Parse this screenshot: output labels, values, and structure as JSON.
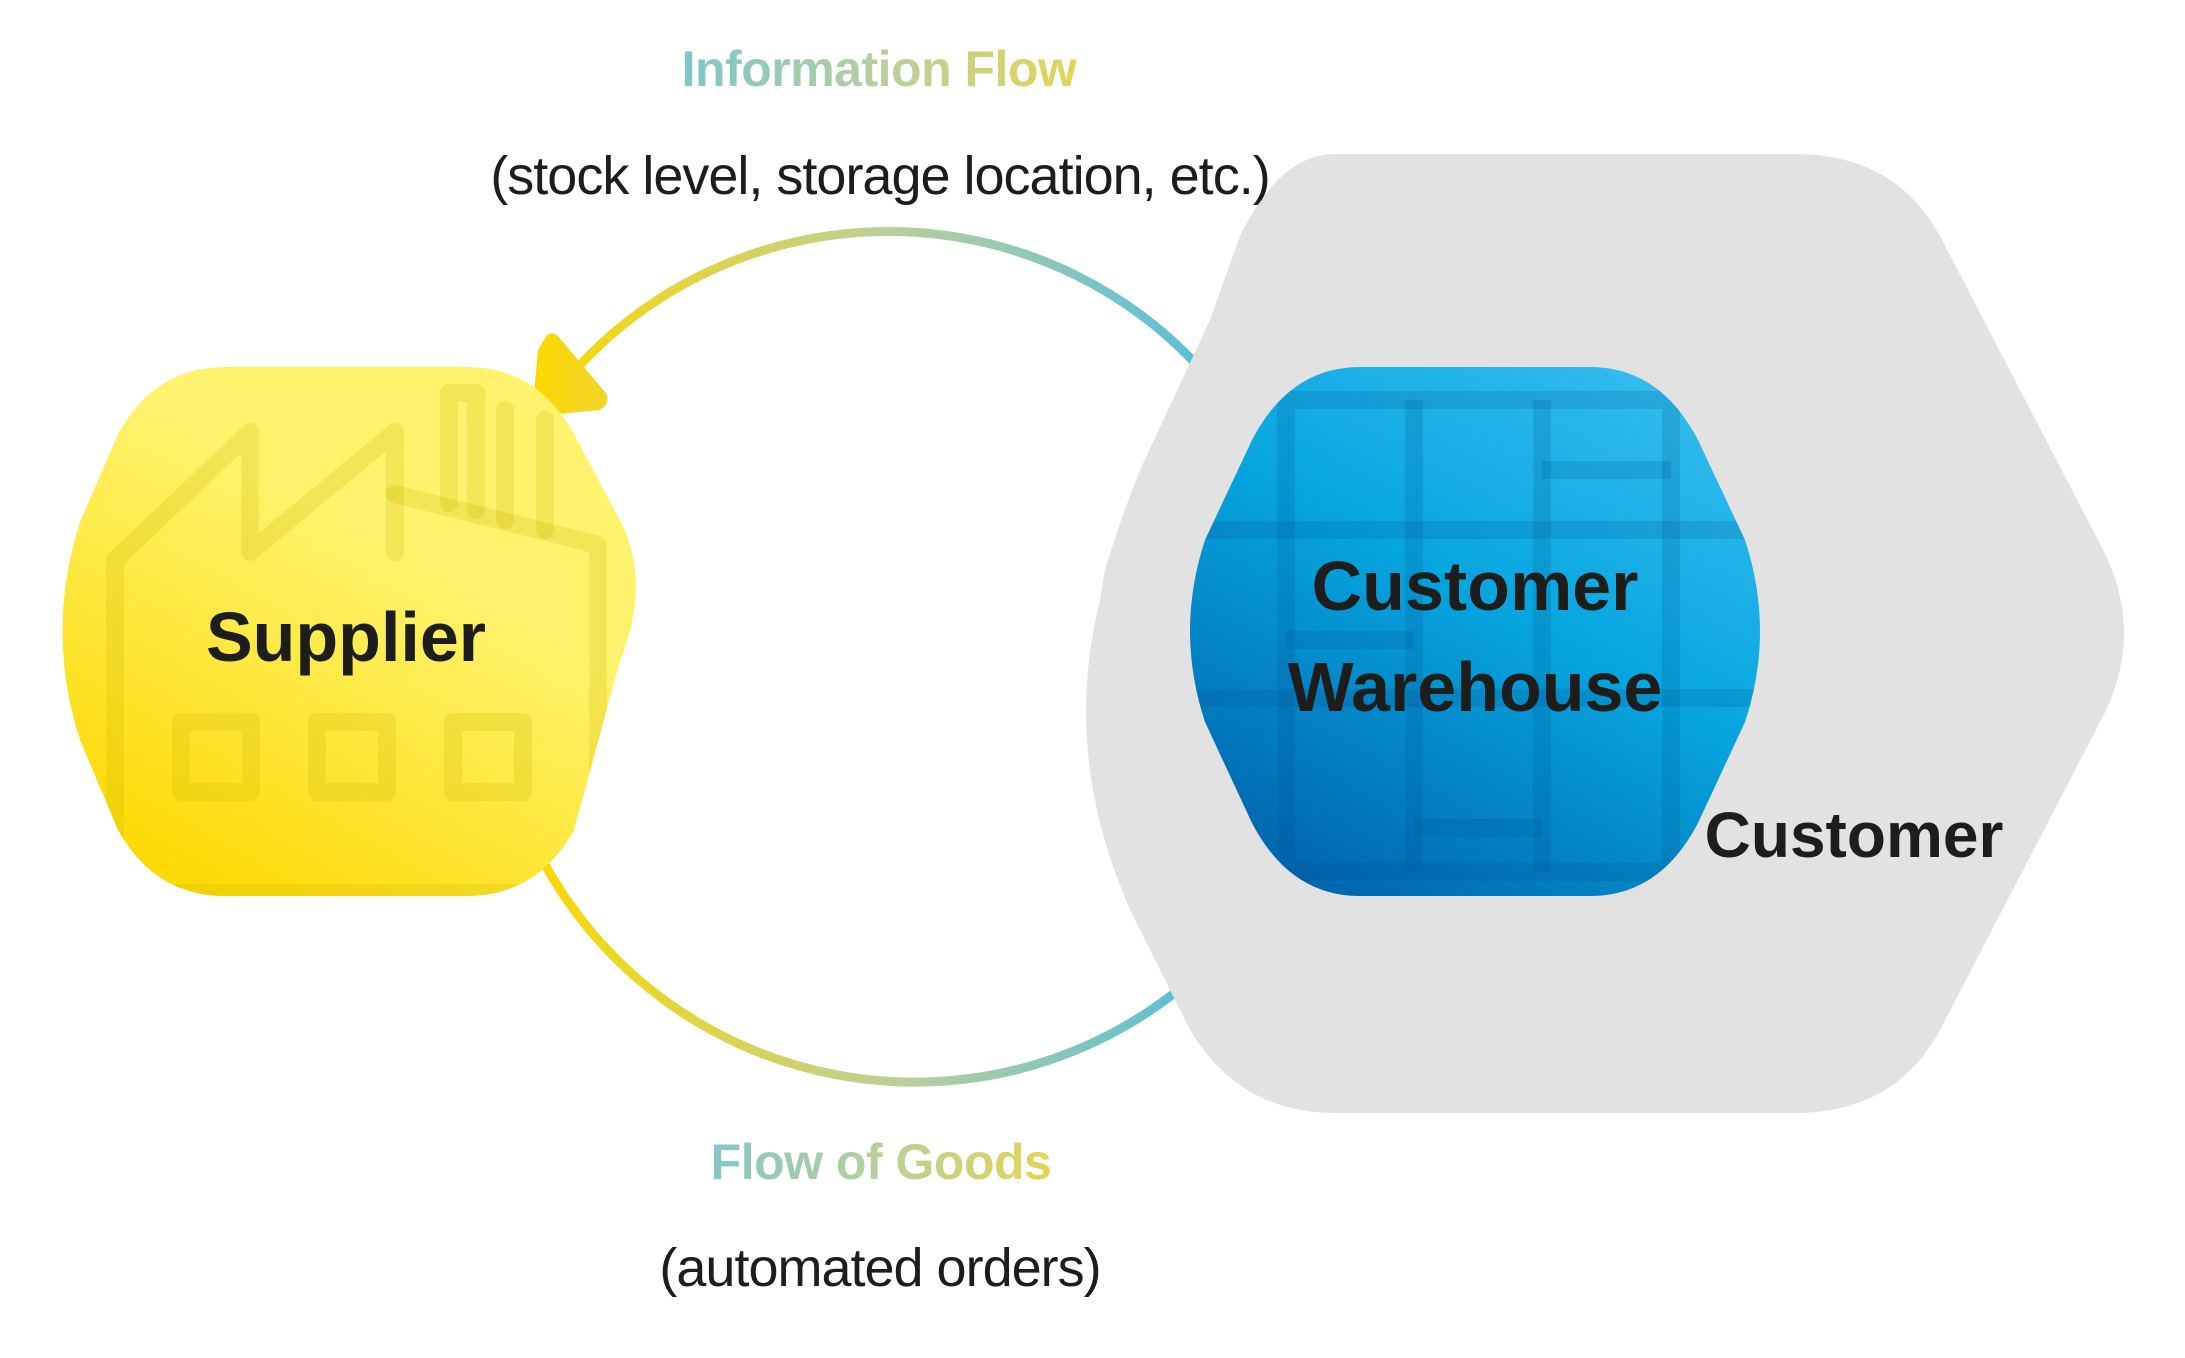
{
  "diagram": {
    "title": "Supplier / Customer Warehouse flow",
    "information_flow": {
      "title": "Information Flow",
      "subtitle": "(stock level, storage location, etc.)",
      "direction": "customer-warehouse-to-supplier"
    },
    "goods_flow": {
      "title": "Flow of Goods",
      "subtitle": "(automated orders)",
      "direction": "supplier-to-customer-warehouse"
    },
    "nodes": {
      "supplier": {
        "label": "Supplier",
        "icon": "factory-icon"
      },
      "customer_warehouse": {
        "label_line1": "Customer",
        "label_line2": "Warehouse",
        "icon": "shelving-icon"
      },
      "customer": {
        "label": "Customer"
      }
    },
    "colors": {
      "supplier_light": "#fff36e",
      "supplier_dark": "#fdd800",
      "warehouse_light": "#2fb9ec",
      "warehouse_dark": "#0068b1",
      "customer_bg": "#e2e2e2",
      "arrow_yellow": "#fdd800",
      "arrow_blue": "#3dbbe8",
      "text_dark": "#1d1d1b"
    }
  }
}
